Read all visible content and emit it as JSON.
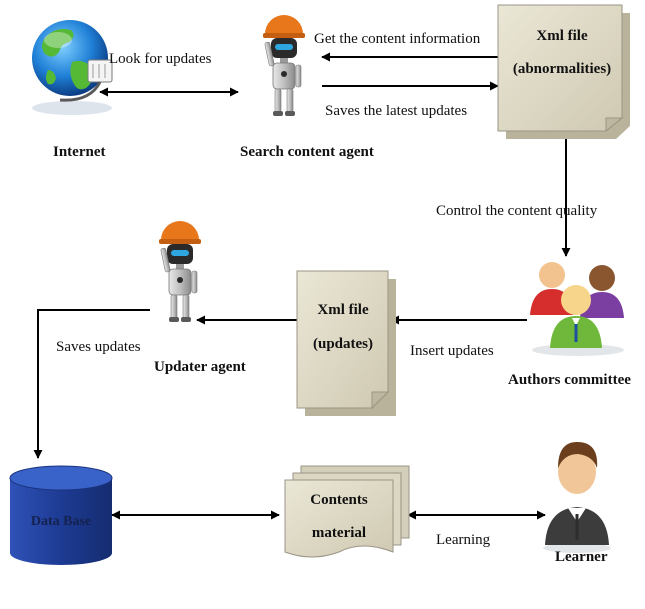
{
  "nodes": {
    "internet": "Internet",
    "search_agent": "Search content agent",
    "xml_abnormalities": [
      "Xml  file",
      "(abnormalities)"
    ],
    "authors": "Authors committee",
    "xml_updates": [
      "Xml file",
      "(updates)"
    ],
    "updater_agent": "Updater agent",
    "database": "Data Base",
    "contents": [
      "Contents",
      "material"
    ],
    "learner": "Learner"
  },
  "edges": {
    "look_for_updates": "Look for updates",
    "get_content_info": "Get the content information",
    "saves_latest": "Saves the latest updates",
    "control_quality": "Control the content quality",
    "insert_updates": "Insert updates",
    "saves_updates": "Saves updates",
    "learning": "Learning"
  },
  "colors": {
    "note_fill": "#ddd8c4",
    "note_border": "#9a9585",
    "db_fill": "#1d3b93",
    "robot_head": "#e8761a",
    "arrow": "#000000"
  },
  "icons": [
    "globe-icon",
    "robot-icon",
    "people-group-icon",
    "person-icon",
    "cylinder-icon",
    "document-stack-icon"
  ]
}
